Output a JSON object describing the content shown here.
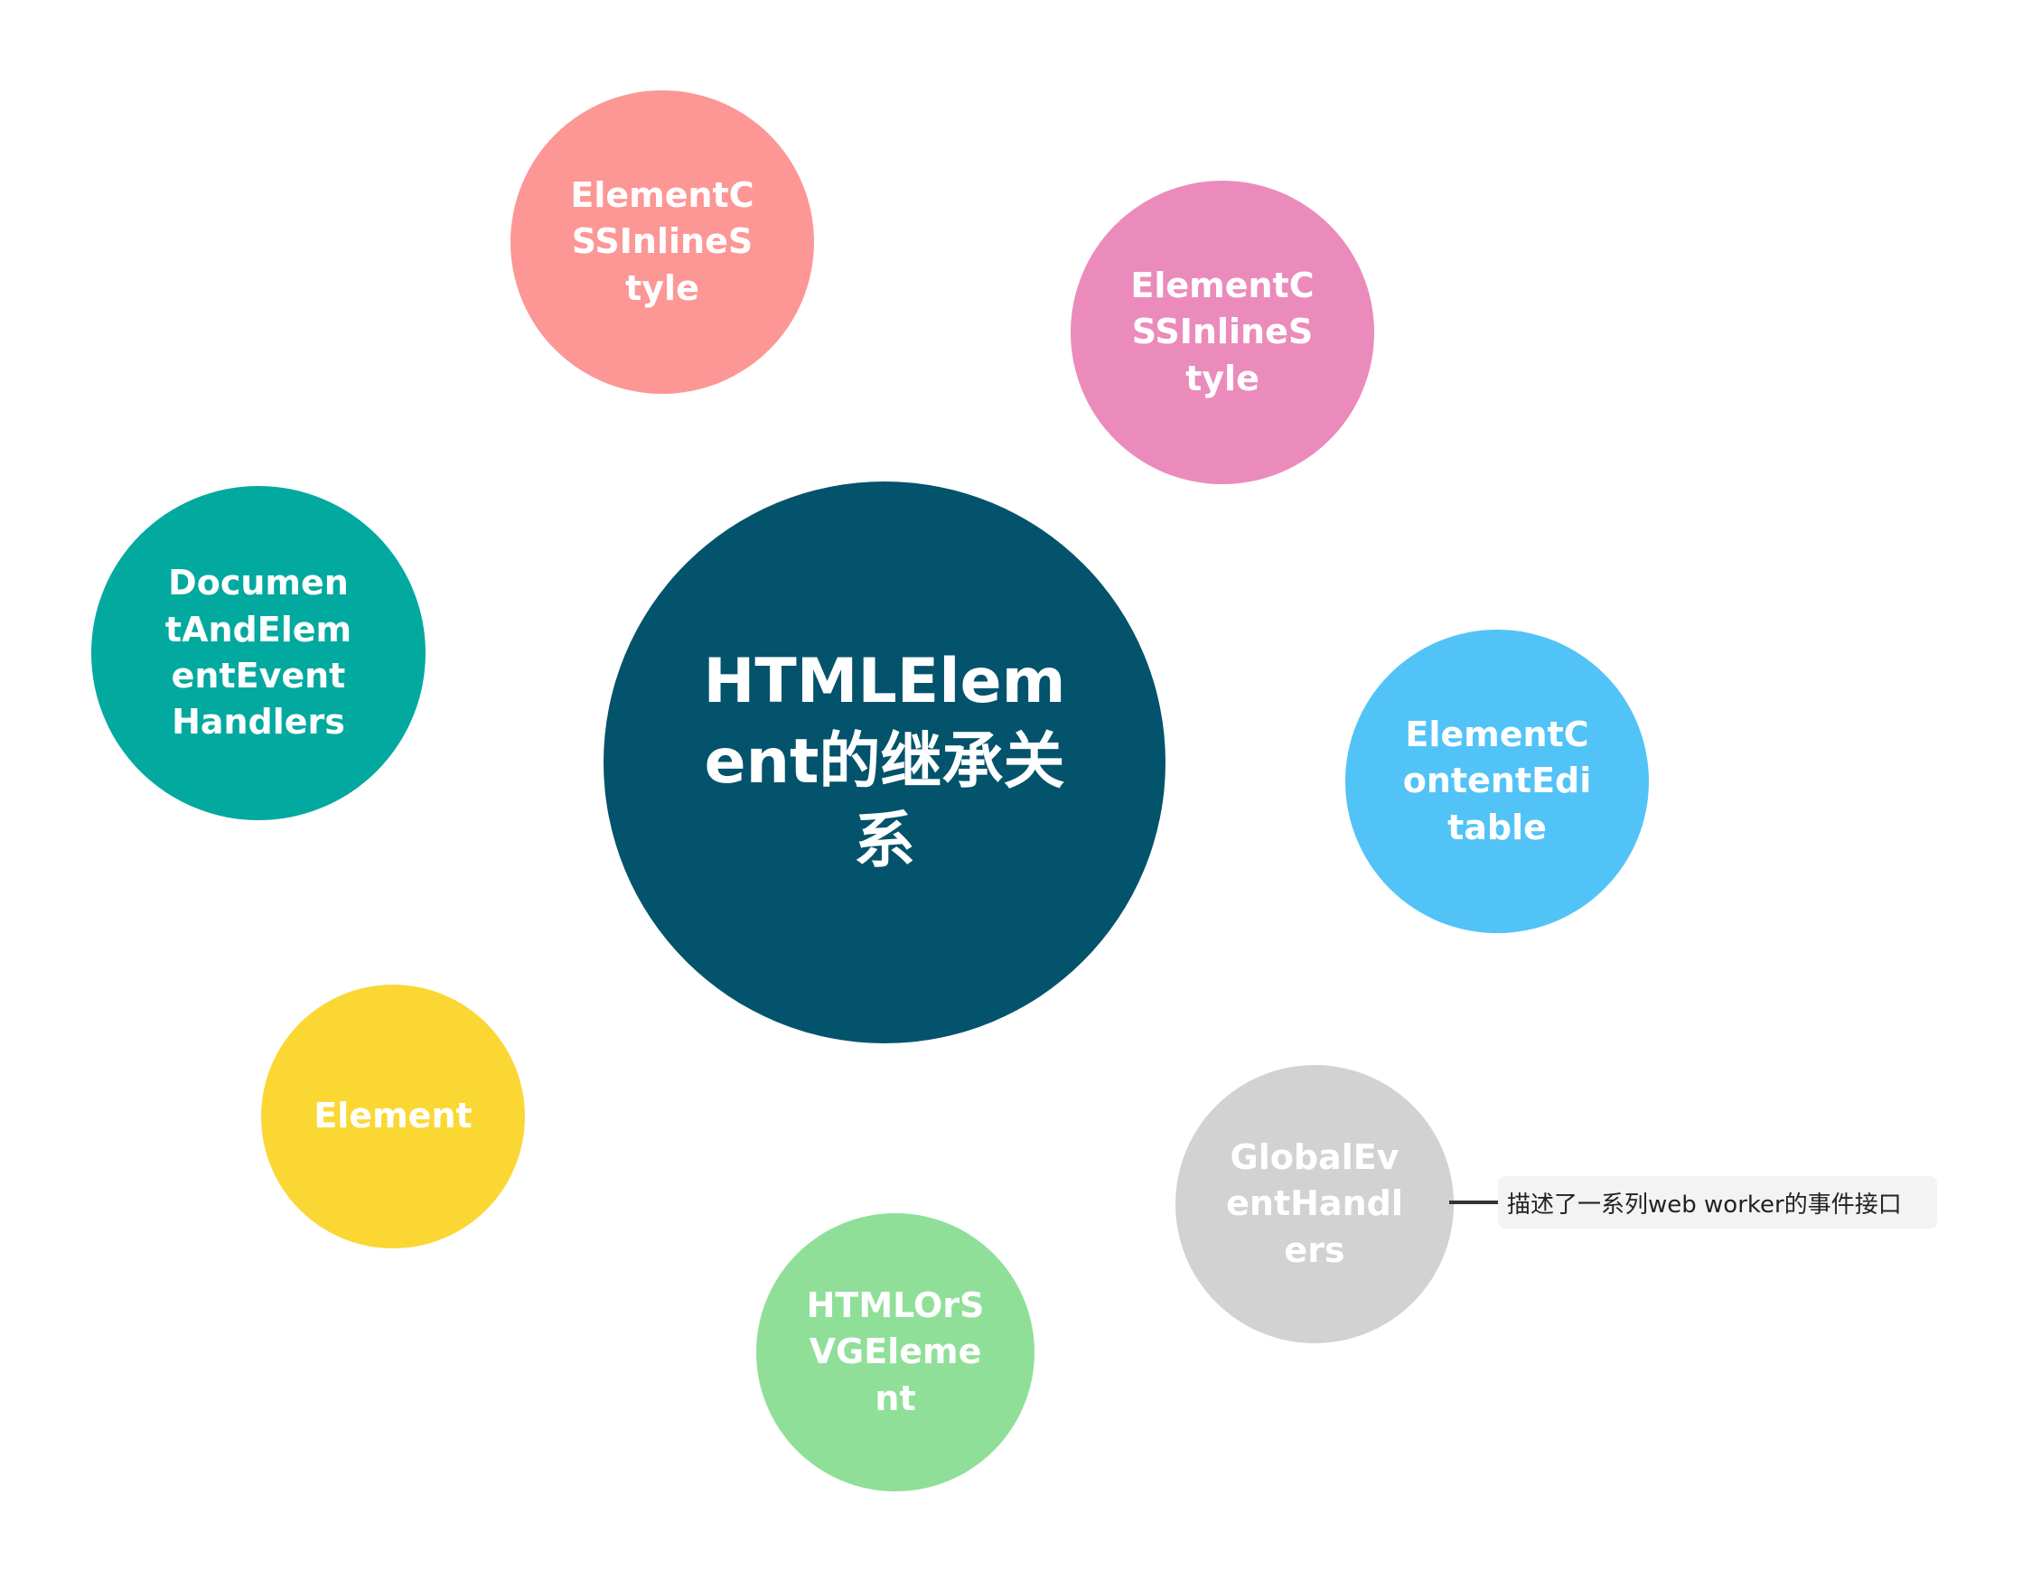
{
  "center": {
    "label": "HTMLElement的继承关系",
    "color": "#02536b"
  },
  "nodes": [
    {
      "id": "css-inline-style-1",
      "label": "ElementCSSInlineStyle",
      "color": "#fc9796"
    },
    {
      "id": "css-inline-style-2",
      "label": "ElementCSSInlineStyle",
      "color": "#eb8bbb"
    },
    {
      "id": "document-and-element-event-handlers",
      "label": "DocumentAndElementEventHandlers",
      "color": "#02a99f"
    },
    {
      "id": "element-content-editable",
      "label": "ElementContentEditable",
      "color": "#52c3f7"
    },
    {
      "id": "element",
      "label": "Element",
      "color": "#fbd734"
    },
    {
      "id": "global-event-handlers",
      "label": "GlobalEventHandlers",
      "color": "#d2d2d2"
    },
    {
      "id": "html-or-svg-element",
      "label": "HTMLOrSVGElement",
      "color": "#90df99"
    }
  ],
  "note": {
    "text": "描述了一系列web worker的事件接口"
  }
}
